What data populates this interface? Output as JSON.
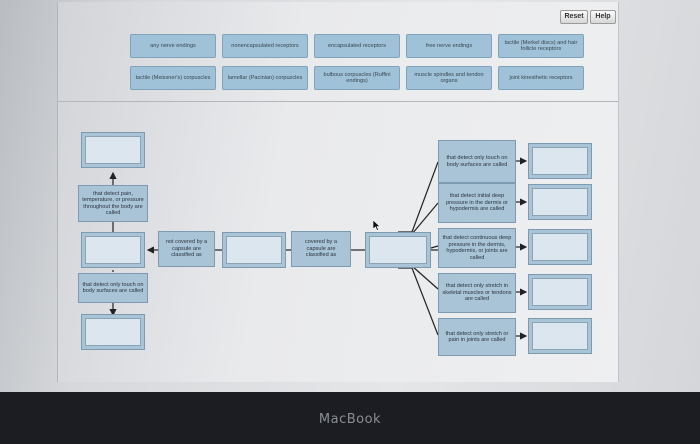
{
  "toolbar": {
    "reset_label": "Reset",
    "help_label": "Help"
  },
  "word_bank": [
    "any nerve endings",
    "nonencapsulated receptors",
    "encapsulated receptors",
    "free nerve endings",
    "tactile (Merkel discs) and hair follicle receptors",
    "tactile (Meissner's) corpuscles",
    "lamellar (Pacinian) corpuscles",
    "bulbous corpuscles (Ruffini endings)",
    "muscle spindles and tendon organs",
    "joint kinesthetic receptors"
  ],
  "diagram": {
    "left_labels": {
      "pain": "that detect pain, temperature, or pressure throughout the body are called",
      "surface": "that detect only touch on body surfaces are called"
    },
    "middle_labels": {
      "not_covered": "not covered by a capsule are classified as",
      "covered": "covered by a capsule are classified as"
    },
    "right_labels": [
      "that detect only touch on body surfaces are called",
      "that detect initial deep pressure in the dermis or hypodermis are called",
      "that detect continuous deep pressure in the dermis, hypodermis, or joints are called",
      "that detect only stretch in skeletal muscles or tendons are called",
      "that detect only stretch or pain in joints are called"
    ]
  },
  "laptop": {
    "brand": "MacBook"
  },
  "colors": {
    "chip": "#9fc2d8",
    "target": "#a8c4d6",
    "arrow": "#222222"
  }
}
